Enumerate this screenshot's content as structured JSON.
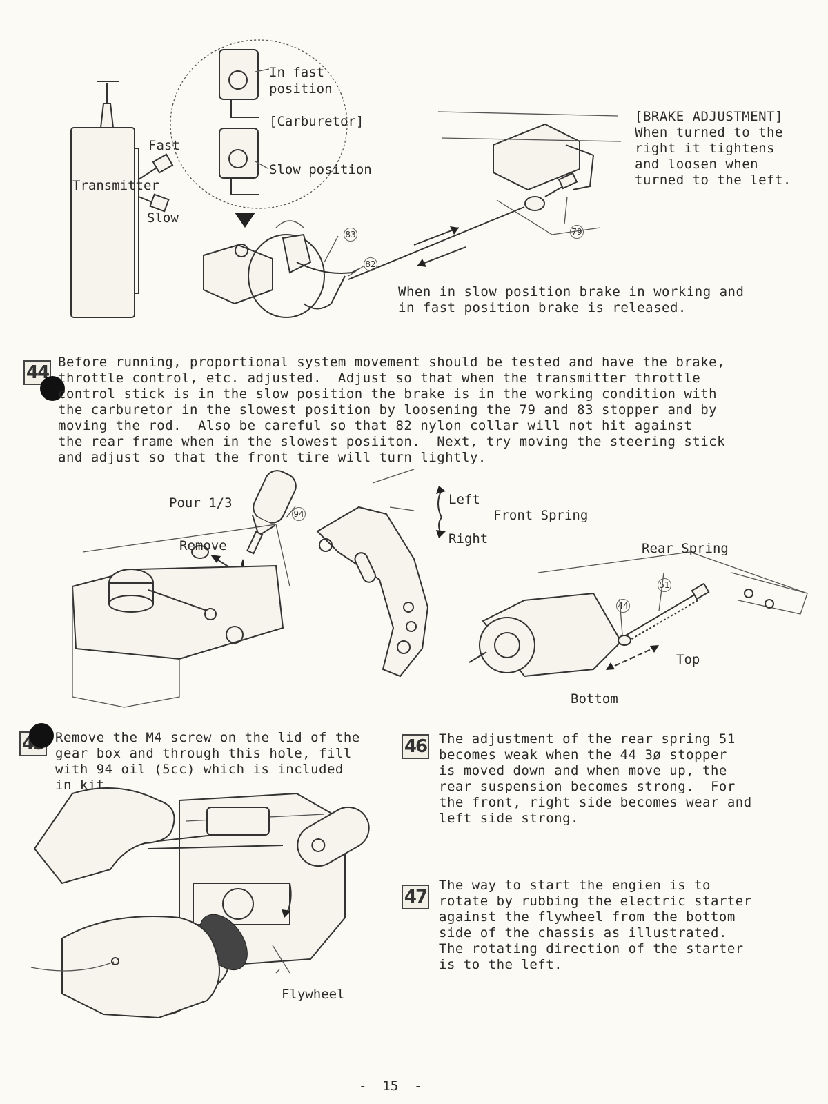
{
  "labels": {
    "in_fast_position": "In fast\nposition",
    "carburetor": "[Carburetor]",
    "slow_position": "Slow position",
    "fast": "Fast",
    "transmitter": "Transmitter",
    "slow": "Slow",
    "brake_adjustment": "[BRAKE ADJUSTMENT]\nWhen turned to the\nright it tightens\nand loosen when\nturned to the left.",
    "brake_note": "When in slow position brake in working and\nin fast position brake is released.",
    "pour": "Pour 1/3",
    "remove": "Remove",
    "left": "Left",
    "right": "Right",
    "front_spring": "Front Spring",
    "rear_spring": "Rear Spring",
    "top": "Top",
    "bottom": "Bottom",
    "flywheel": "Flywheel"
  },
  "callouts": {
    "c83": "83",
    "c82": "82",
    "c79": "79",
    "c94": "94",
    "c51": "51",
    "c44": "44"
  },
  "steps": [
    {
      "number": "44",
      "text": "Before running, proportional system movement should be tested and have the brake,\nthrottle control, etc. adjusted.  Adjust so that when the transmitter throttle\ncontrol stick is in the slow position the brake is in the working condition with\nthe carburetor in the slowest position by loosening the 79 and 83 stopper and by\nmoving the rod.  Also be careful so that 82 nylon collar will not hit against\nthe rear frame when in the slowest posiiton.  Next, try moving the steering stick\nand adjust so that the front tire will turn lightly."
    },
    {
      "number": "45",
      "text": "Remove the M4 screw on the lid of the\ngear box and through this hole, fill\nwith 94 oil (5cc) which is included\nin kit."
    },
    {
      "number": "46",
      "text": "The adjustment of the rear spring 51\nbecomes weak when the 44 3ø stopper\nis moved down and when move up, the\nrear suspension becomes strong.  For\nthe front, right side becomes wear and\nleft side strong."
    },
    {
      "number": "47",
      "text": "The way to start the engien is to\nrotate by rubbing the electric starter\nagainst the flywheel from the bottom\nside of the chassis as illustrated.\nThe rotating direction of the starter\nis to the left."
    }
  ],
  "page_number": "-  15  -"
}
